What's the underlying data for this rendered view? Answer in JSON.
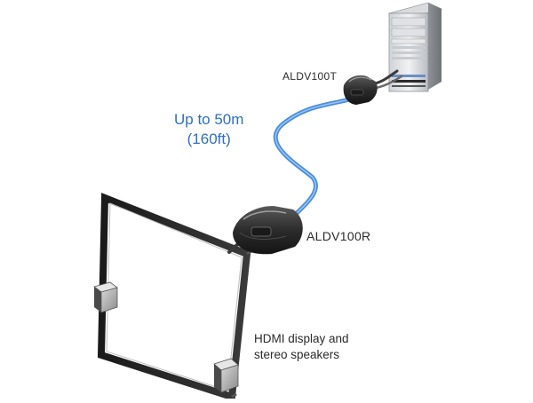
{
  "labels": {
    "transmitter": "ALDV100T",
    "receiver": "ALDV100R",
    "distance_line1": "Up to 50m",
    "distance_line2": "(160ft)",
    "display_line1": "HDMI display and",
    "display_line2": "stereo speakers"
  },
  "colors": {
    "cable": "#4a8fe0",
    "distance_text": "#2f6fc4",
    "box_dark": "#2e2e2e",
    "pc_case": "#9fa3a8"
  }
}
